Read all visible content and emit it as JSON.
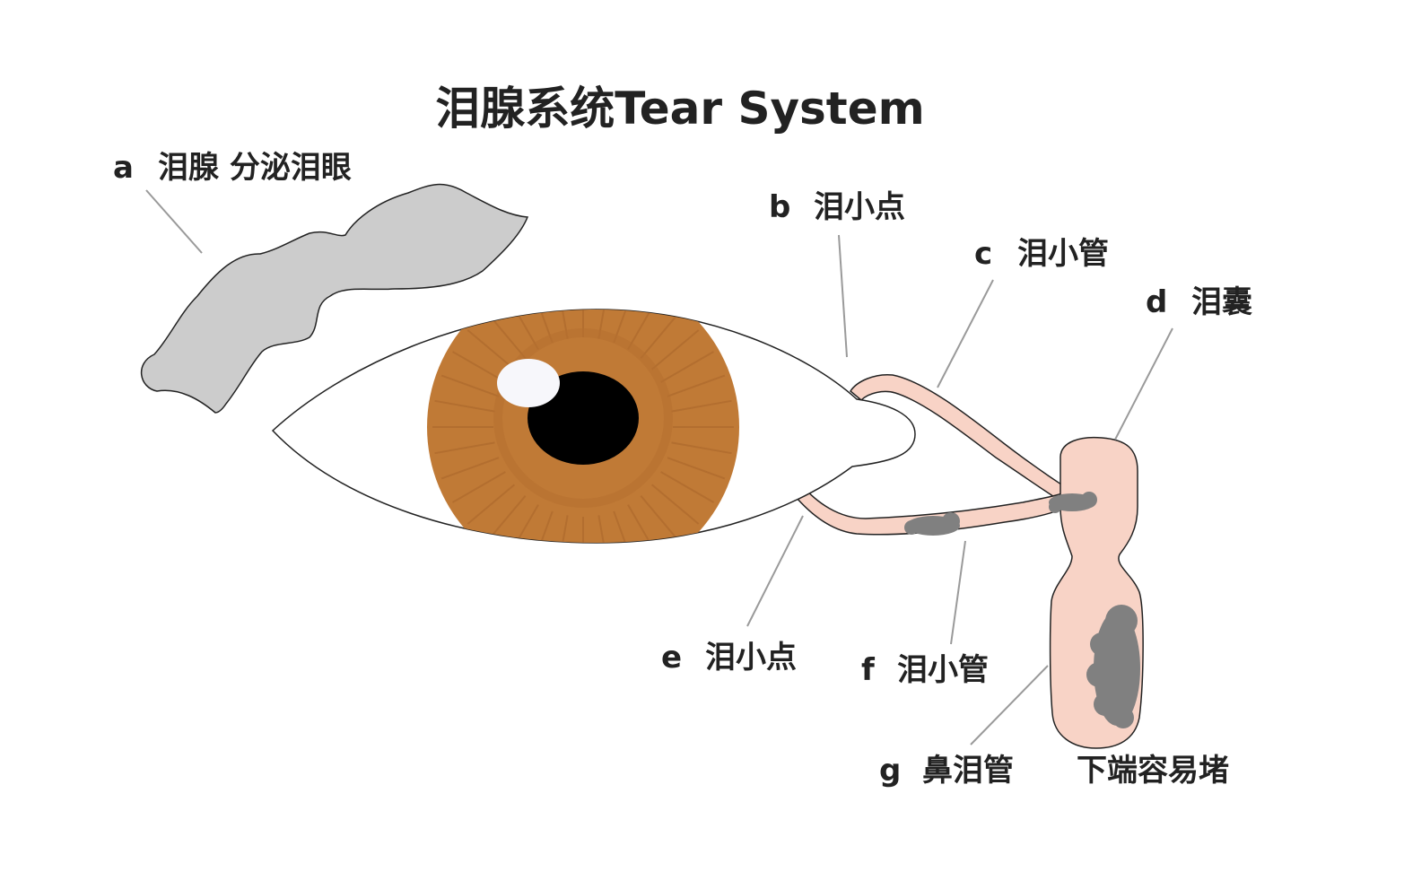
{
  "title": "泪腺系统Tear System",
  "labels": {
    "a": {
      "letter": "a",
      "text": "泪腺 分泌泪眼"
    },
    "b": {
      "letter": "b",
      "text": "泪小点"
    },
    "c": {
      "letter": "c",
      "text": "泪小管"
    },
    "d": {
      "letter": "d",
      "text": "泪囊"
    },
    "e": {
      "letter": "e",
      "text": "泪小点"
    },
    "f": {
      "letter": "f",
      "text": "泪小管"
    },
    "g": {
      "letter": "g",
      "text": "鼻泪管"
    },
    "note": "下端容易堵"
  },
  "colors": {
    "gland": "#cccccc",
    "iris": "#c07a36",
    "iris_dark": "#a8652a",
    "pupil": "#000000",
    "highlight": "#f7f7fb",
    "duct": "#f8d3c6",
    "blockage": "#808080",
    "outline": "#222222",
    "leader": "#9a9a9a"
  }
}
